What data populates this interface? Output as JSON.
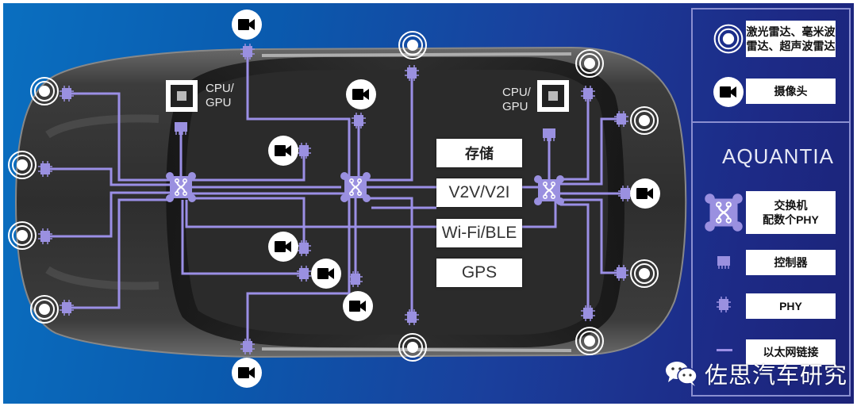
{
  "colors": {
    "background_left": "#0a6fc0",
    "background_right": "#1c2378",
    "ethernet_link": "#9b8fe6",
    "switch": "#9a90e0",
    "car_body": "#3a3a3a",
    "legend_border": "#8a8fd0"
  },
  "center_modules": [
    {
      "label": "存储"
    },
    {
      "label": "V2V/V2I"
    },
    {
      "label": "Wi-Fi/BLE"
    },
    {
      "label": "GPS"
    }
  ],
  "cpu_gpu": [
    {
      "label_line1": "CPU/",
      "label_line2": "GPU",
      "position": "front"
    },
    {
      "label_line1": "CPU/",
      "label_line2": "GPU",
      "position": "rear"
    }
  ],
  "legend": {
    "radar": {
      "icon": "radar-rings-icon",
      "label": "激光雷达、毫米波雷达、超声波雷达"
    },
    "camera": {
      "icon": "camera-icon",
      "label": "摄像头"
    },
    "brand": "AQUANTIA",
    "switch": {
      "icon": "ethernet-switch-icon",
      "label_line1": "交换机",
      "label_line2": "配数个PHY"
    },
    "controller": {
      "icon": "controller-chip-icon",
      "label": "控制器"
    },
    "phy": {
      "icon": "phy-chip-icon",
      "label": "PHY"
    },
    "link": {
      "icon": "ethernet-link-icon",
      "label": "以太网链接"
    }
  },
  "watermark": {
    "icon": "wechat-icon",
    "text": "佐思汽车研究"
  }
}
